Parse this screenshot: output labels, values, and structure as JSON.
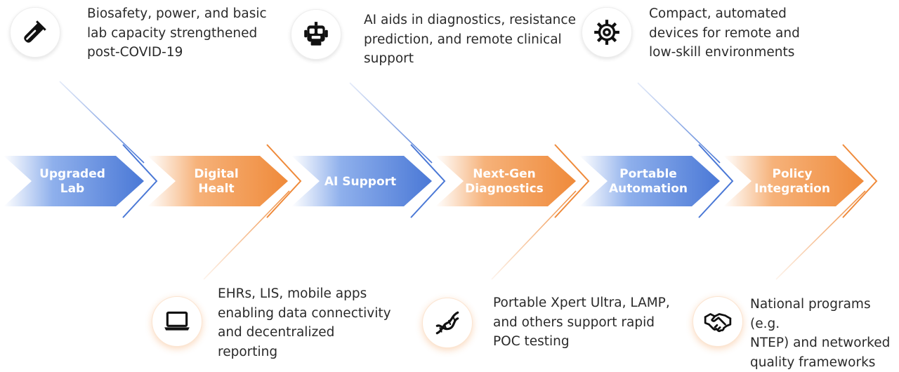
{
  "colors": {
    "blue": "#4a78d6",
    "orange": "#ef8a3a",
    "text": "#2a2a2a"
  },
  "steps": [
    {
      "label_lines": [
        "Upgraded",
        "Lab"
      ],
      "color": "#4a78d6",
      "icon": "test-tube-icon",
      "description_lines": [
        "Biosafety, power, and basic",
        "lab capacity strengthened",
        "post-COVID-19"
      ],
      "position": "top"
    },
    {
      "label_lines": [
        "Digital",
        "Healt"
      ],
      "color": "#ef8a3a",
      "icon": "laptop-icon",
      "description_lines": [
        "EHRs, LIS, mobile apps",
        "enabling data connectivity",
        "and decentralized",
        "reporting"
      ],
      "position": "bottom"
    },
    {
      "label_lines": [
        "AI Support"
      ],
      "color": "#4a78d6",
      "icon": "robot-icon",
      "description_lines": [
        "AI aids in diagnostics, resistance",
        "prediction, and remote clinical",
        "support"
      ],
      "position": "top"
    },
    {
      "label_lines": [
        "Next-Gen",
        "Diagnostics"
      ],
      "color": "#ef8a3a",
      "icon": "dna-icon",
      "description_lines": [
        "Portable Xpert Ultra, LAMP,",
        "and others support rapid",
        "POC testing"
      ],
      "position": "bottom"
    },
    {
      "label_lines": [
        "Portable",
        "Automation"
      ],
      "color": "#4a78d6",
      "icon": "gear-icon",
      "description_lines": [
        "Compact, automated",
        "devices for remote and",
        "low-skill environments"
      ],
      "position": "top"
    },
    {
      "label_lines": [
        "Policy",
        "Integration"
      ],
      "color": "#ef8a3a",
      "icon": "handshake-icon",
      "description_lines": [
        "National programs (e.g.",
        "NTEP) and networked",
        "quality frameworks"
      ],
      "position": "bottom"
    }
  ]
}
